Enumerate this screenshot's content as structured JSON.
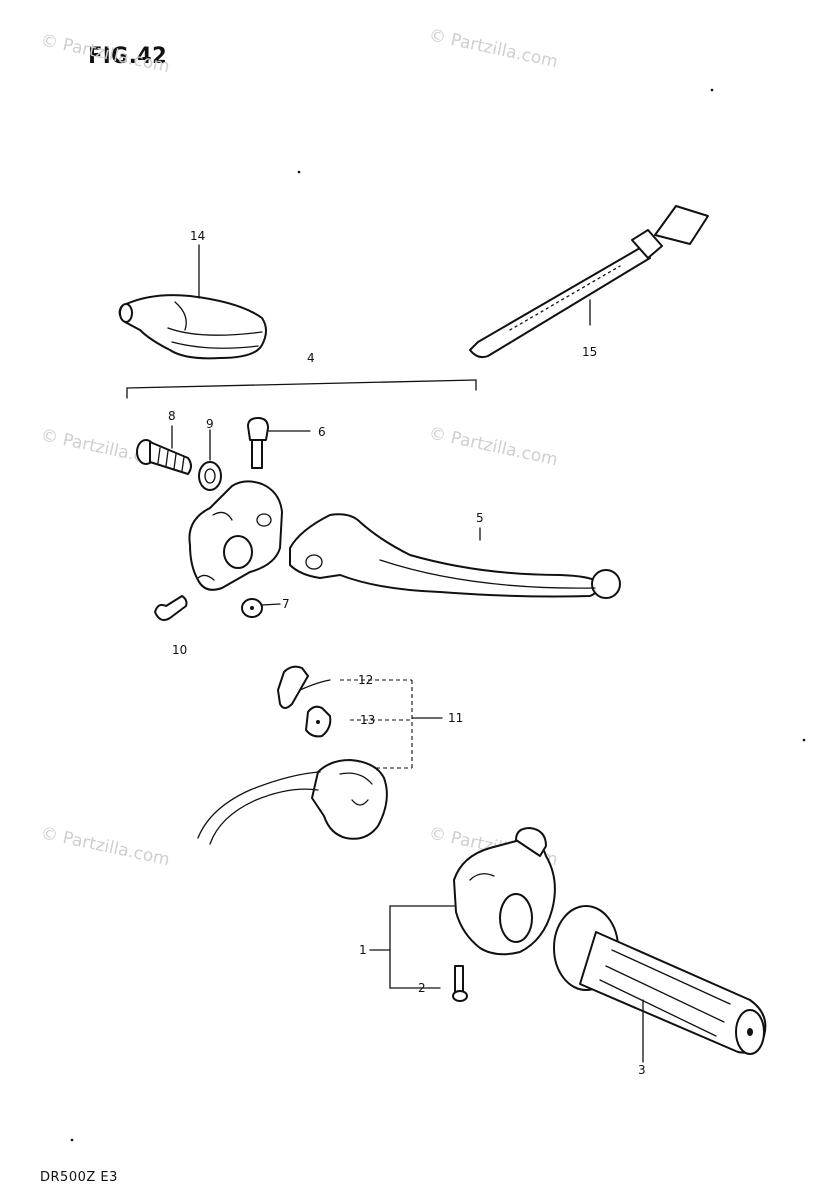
{
  "figure": {
    "title": "FIG.42",
    "model_label": "DR500Z  E3"
  },
  "watermark": {
    "text": "© Partzilla.com"
  },
  "callouts": {
    "c1": "1",
    "c2": "2",
    "c3": "3",
    "c4": "4",
    "c5": "5",
    "c6": "6",
    "c7": "7",
    "c8": "8",
    "c9": "9",
    "c10": "10",
    "c11": "11",
    "c12": "12",
    "c13": "13",
    "c14": "14",
    "c15": "15"
  }
}
